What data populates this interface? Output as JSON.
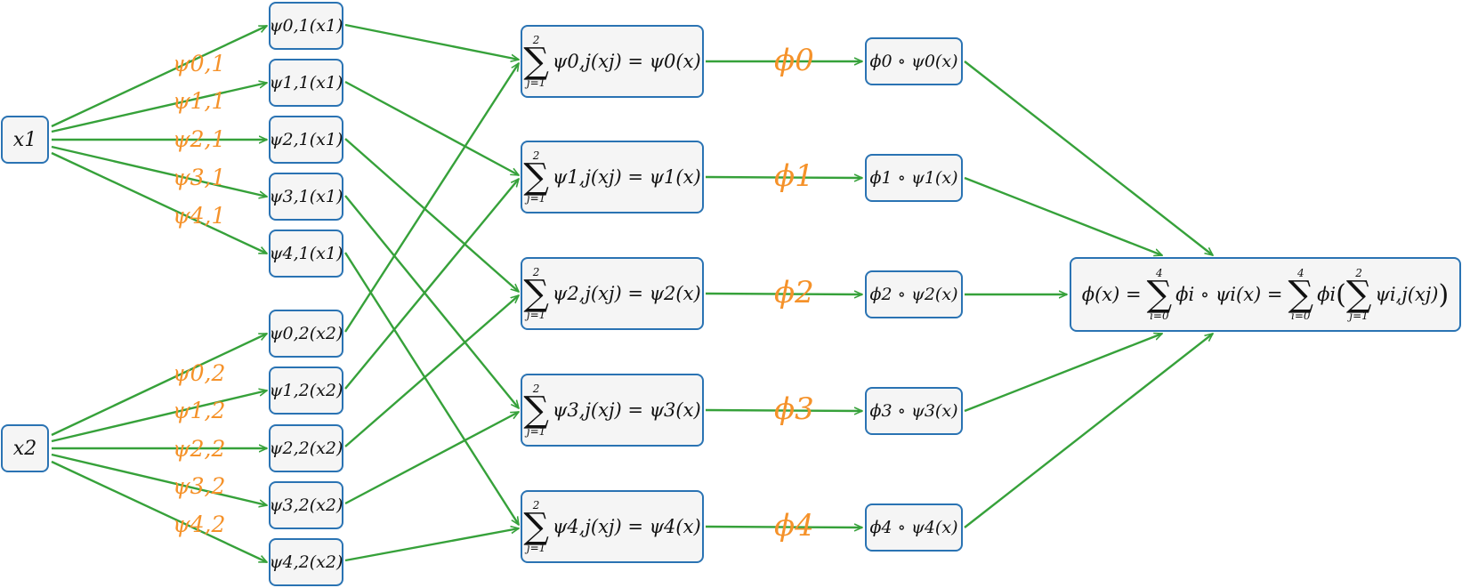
{
  "colors": {
    "node_border": "#2a73b3",
    "node_fill": "#f5f5f5",
    "edge": "#36a13a",
    "edge_label": "#f5922a"
  },
  "inputs": [
    "x1",
    "x2"
  ],
  "psi_nodes": [
    "ψ0,1(x1)",
    "ψ1,1(x1)",
    "ψ2,1(x1)",
    "ψ3,1(x1)",
    "ψ4,1(x1)",
    "ψ0,2(x2)",
    "ψ1,2(x2)",
    "ψ2,2(x2)",
    "ψ3,2(x2)",
    "ψ4,2(x2)"
  ],
  "input_edge_labels": [
    "ψ0,1",
    "ψ1,1",
    "ψ2,1",
    "ψ3,1",
    "ψ4,1",
    "ψ0,2",
    "ψ1,2",
    "ψ2,2",
    "ψ3,2",
    "ψ4,2"
  ],
  "sum_nodes": [
    {
      "upper": "2",
      "lower": "j=1",
      "term": "ψ0,j(xj) = ψ0(x)"
    },
    {
      "upper": "2",
      "lower": "j=1",
      "term": "ψ1,j(xj) = ψ1(x)"
    },
    {
      "upper": "2",
      "lower": "j=1",
      "term": "ψ2,j(xj) = ψ2(x)"
    },
    {
      "upper": "2",
      "lower": "j=1",
      "term": "ψ3,j(xj) = ψ3(x)"
    },
    {
      "upper": "2",
      "lower": "j=1",
      "term": "ψ4,j(xj) = ψ4(x)"
    }
  ],
  "phi_edge_labels": [
    "ϕ0",
    "ϕ1",
    "ϕ2",
    "ϕ3",
    "ϕ4"
  ],
  "comp_nodes": [
    "ϕ0 ∘ ψ0(x)",
    "ϕ1 ∘ ψ1(x)",
    "ϕ2 ∘ ψ2(x)",
    "ϕ3 ∘ ψ3(x)",
    "ϕ4 ∘ ψ4(x)"
  ],
  "output": {
    "lhs": "ϕ(x) =",
    "sum1": {
      "upper": "4",
      "lower": "i=0"
    },
    "term1": "ϕi ∘ ψi(x) =",
    "sum2": {
      "upper": "4",
      "lower": "i=0"
    },
    "term2": "ϕi",
    "paren_open": "(",
    "sum3": {
      "upper": "2",
      "lower": "j=1"
    },
    "term3": "ψi,j(xj)",
    "paren_close": ")"
  }
}
